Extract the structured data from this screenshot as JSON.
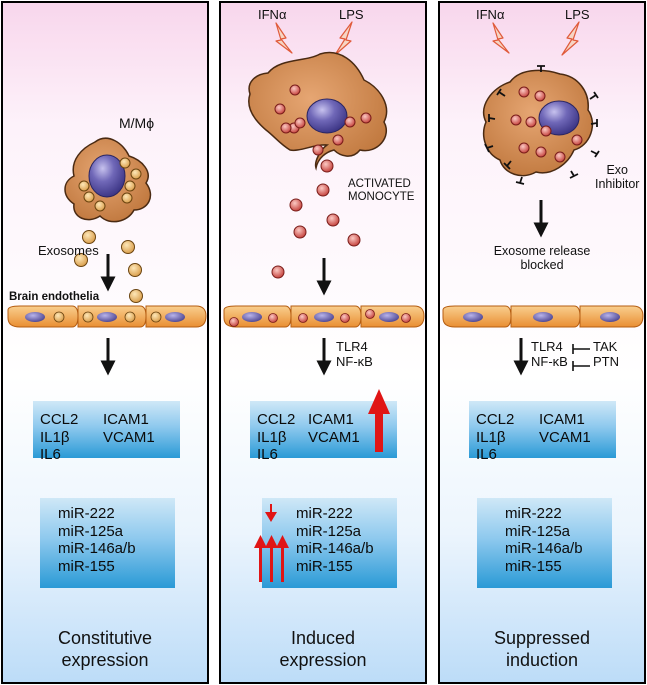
{
  "panels": [
    {
      "cell_label": "M/Mϕ",
      "exosomes_label": "Exosomes",
      "endothelia_label": "Brain endothelia",
      "cytokines": {
        "col1": [
          "CCL2",
          "IL1β",
          "IL6"
        ],
        "col2": [
          "ICAM1",
          "VCAM1"
        ]
      },
      "mirnas": [
        "miR-222",
        "miR-125a",
        "miR-146a/b",
        "miR-155"
      ],
      "footer": [
        "Constitutive",
        "expression"
      ]
    },
    {
      "stimuli": [
        "IFNα",
        "LPS"
      ],
      "cell_label": [
        "ACTIVATED",
        "MONOCYTE"
      ],
      "signaling": [
        "TLR4",
        "NF-κB"
      ],
      "cytokines": {
        "col1": [
          "CCL2",
          "IL1β",
          "IL6"
        ],
        "col2": [
          "ICAM1",
          "VCAM1"
        ]
      },
      "mirnas": [
        "miR-222",
        "miR-125a",
        "miR-146a/b",
        "miR-155"
      ],
      "footer": [
        "Induced",
        "expression"
      ]
    },
    {
      "stimuli": [
        "IFNα",
        "LPS"
      ],
      "inhibitor_label": [
        "Exo",
        "Inhibitor"
      ],
      "blocked_label": [
        "Exosome release",
        "blocked"
      ],
      "signaling": [
        "TLR4",
        "NF-κB"
      ],
      "inhibitors": [
        "TAK",
        "PTN"
      ],
      "cytokines": {
        "col1": [
          "CCL2",
          "IL1β",
          "IL6"
        ],
        "col2": [
          "ICAM1",
          "VCAM1"
        ]
      },
      "mirnas": [
        "miR-222",
        "miR-125a",
        "miR-146a/b",
        "miR-155"
      ],
      "footer": [
        "Suppressed",
        "induction"
      ]
    }
  ],
  "colors": {
    "cell": "#c8874f",
    "cell_stroke": "#4a2a12",
    "nucleus": "#7068b8",
    "exosome_resting": "#e8b565",
    "exosome_active": "#d8554f",
    "endo_cell": "#f2a24f",
    "endo_nucleus": "#6a62b0",
    "up_arrow": "#e01515",
    "box_top": "#c7e4f5",
    "box_bottom": "#2a9ad6",
    "panel_top": "#f8d6ec",
    "panel_bottom": "#bcdcf8"
  }
}
